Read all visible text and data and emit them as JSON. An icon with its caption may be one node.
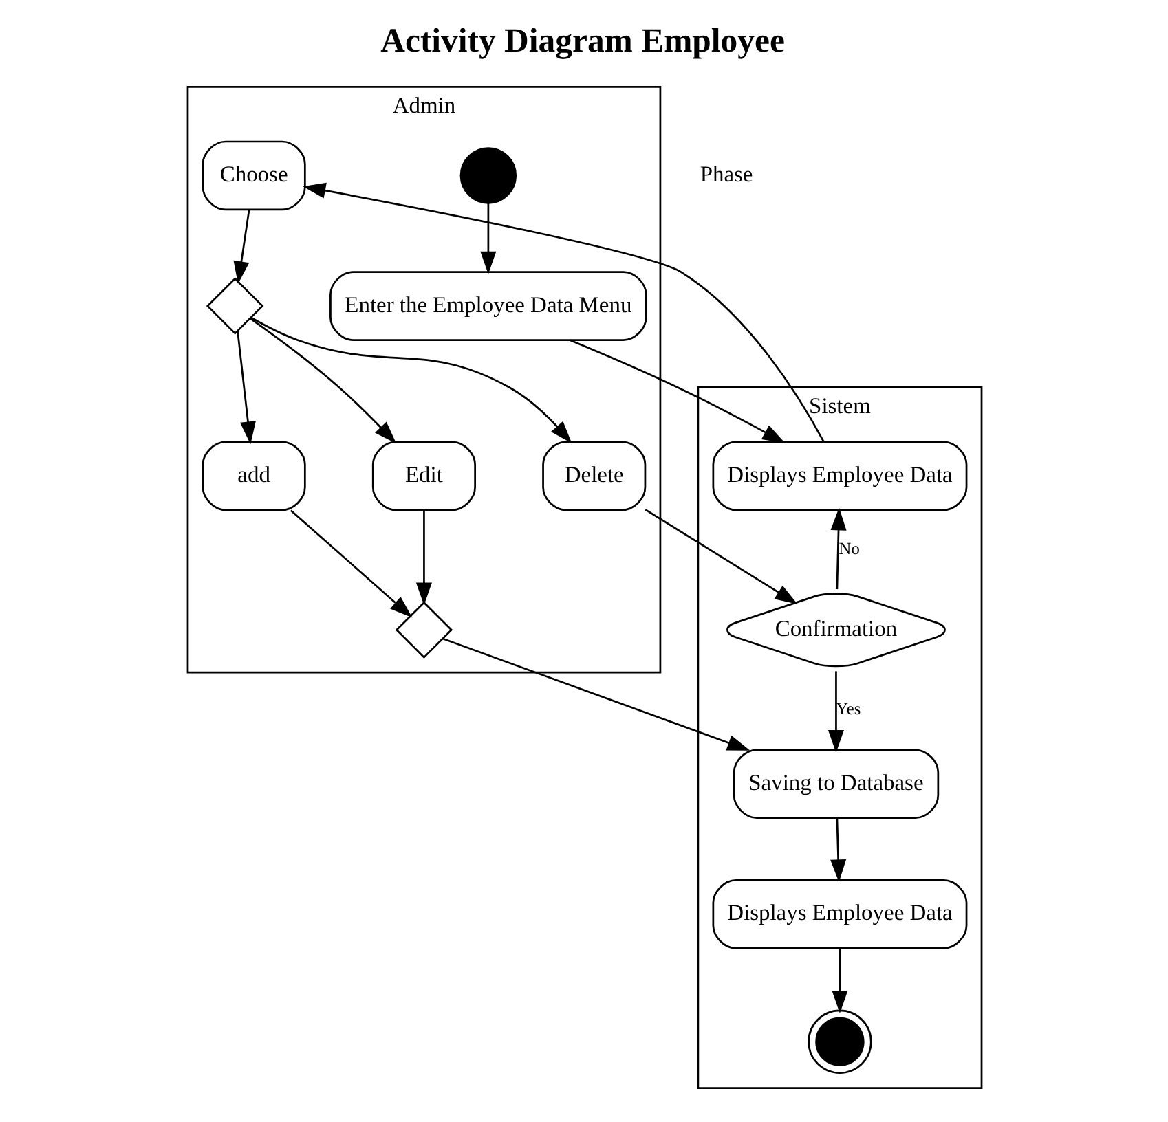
{
  "diagram": {
    "title": "Activity Diagram Employee",
    "nodes": [
      {
        "text": [
          "Admin"
        ]
      },
      {
        "text": [
          "Sistem"
        ]
      },
      {
        "text": [],
        "shape": "circle",
        "in": 0
      },
      {
        "text": [
          "Enter the Employee Data Menu"
        ],
        "in": 0
      },
      {
        "text": [
          "Choose"
        ],
        "in": 0
      },
      {
        "text": [],
        "shape": "diamond",
        "in": 0
      },
      {
        "text": [
          "add"
        ],
        "in": 0
      },
      {
        "text": [
          "Edit"
        ],
        "in": 0
      },
      {
        "text": [
          "Delete"
        ],
        "in": 0
      },
      {
        "text": [],
        "shape": "diamond",
        "in": 0
      },
      {
        "text": [
          "Displays Employee Data"
        ],
        "in": 1
      },
      {
        "text": [
          "Confirmation"
        ],
        "in": 1
      },
      {
        "text": [
          "Saving to Database"
        ],
        "in": 1
      },
      {
        "text": [
          "Displays Employee Data"
        ],
        "in": 1
      },
      {
        "text": [],
        "shape": "circle",
        "in": 1
      }
    ],
    "edges": [
      {
        "from": 2,
        "to": 3,
        "arrow": "to"
      },
      {
        "from": 3,
        "to": 10,
        "arrow": "to"
      },
      {
        "from": 10,
        "to": 4,
        "arrow": "to"
      },
      {
        "from": 4,
        "to": 5,
        "arrow": "to"
      },
      {
        "from": 5,
        "to": 6,
        "arrow": "to"
      },
      {
        "from": 5,
        "to": 7,
        "arrow": "to"
      },
      {
        "from": 5,
        "to": 8,
        "arrow": "to"
      },
      {
        "from": 6,
        "to": 9,
        "arrow": "to"
      },
      {
        "from": 7,
        "to": 9,
        "arrow": "to"
      },
      {
        "from": 8,
        "to": 11,
        "arrow": "to"
      },
      {
        "from": 11,
        "to": 10,
        "arrow": "to",
        "label": "No"
      },
      {
        "from": 11,
        "to": 12,
        "arrow": "to",
        "label": "Yes"
      },
      {
        "from": 9,
        "to": 12,
        "arrow": "to"
      },
      {
        "from": 12,
        "to": 13,
        "arrow": "to"
      },
      {
        "from": 13,
        "to": 14,
        "arrow": "to"
      }
    ],
    "labels": [
      "Phase"
    ]
  }
}
